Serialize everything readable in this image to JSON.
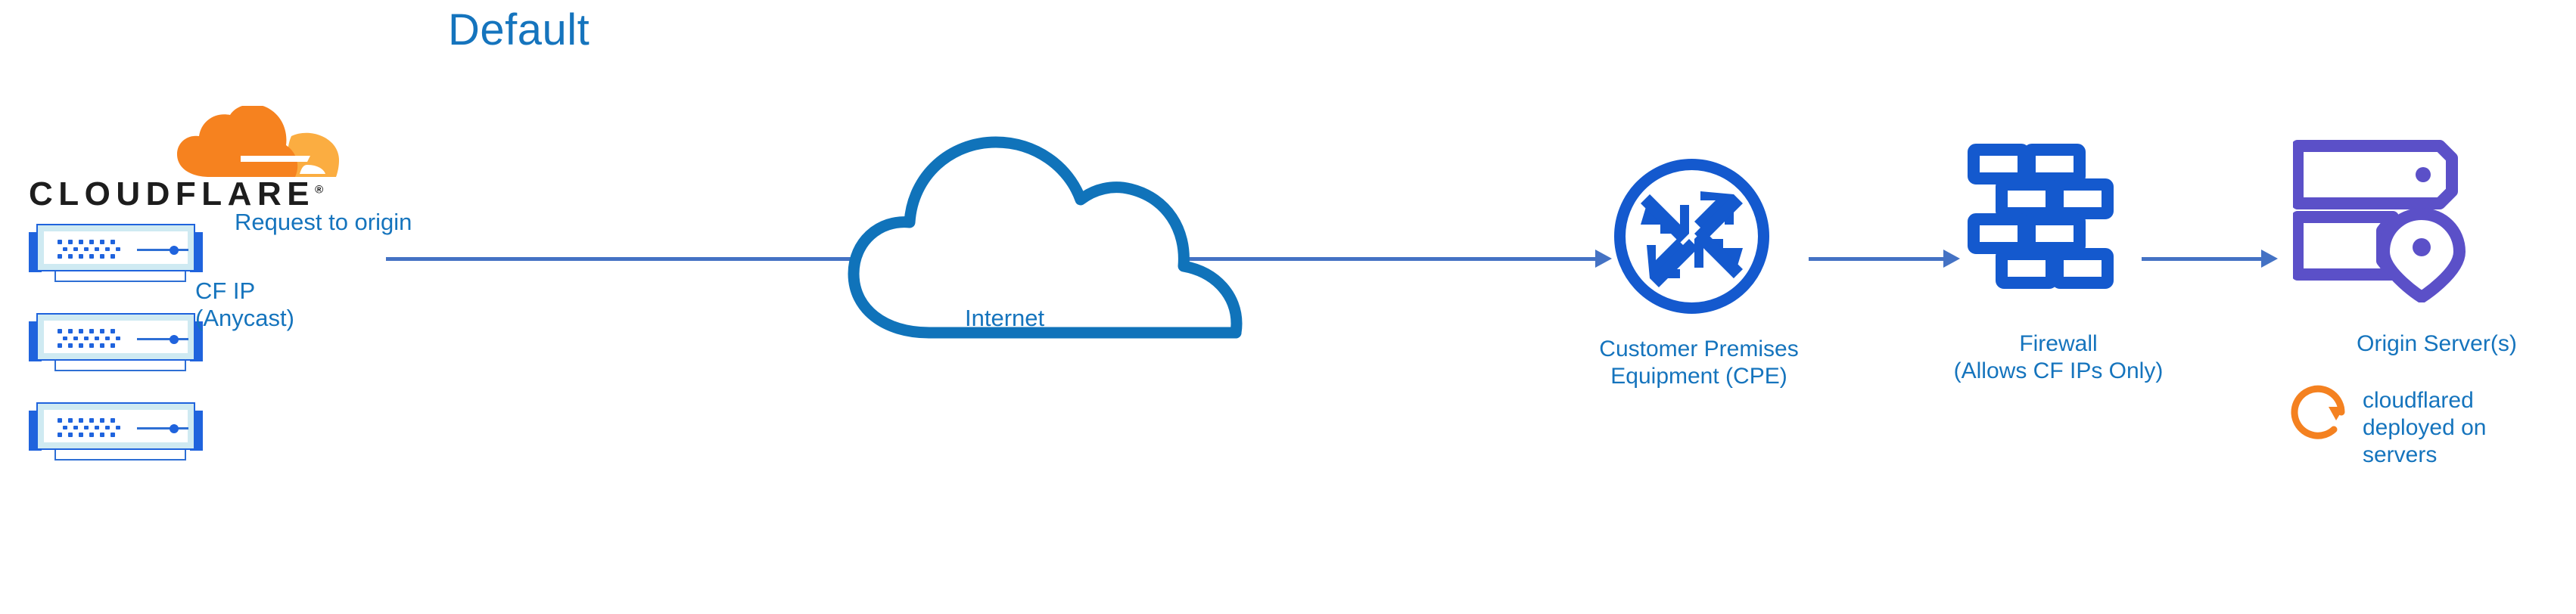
{
  "title": "Default",
  "colors": {
    "title_blue": "#1574BD",
    "label_blue": "#1574BD",
    "arrow_blue": "#4472C4",
    "node_blue": "#1459CE",
    "cloud_outline_blue": "#1073BA",
    "server_purple": "#5B50C8",
    "cloudflare_orange": "#F6821F",
    "cloudflare_orange_light": "#FBAD41",
    "rack_bezel": "#CFEAF2",
    "rack_border": "#1F63DD"
  },
  "logo": {
    "name": "cloudflare-logo",
    "wordmark": "CLOUDFLARE",
    "registered_mark": "®",
    "mark_icon": "cloudflare-cloud-icon"
  },
  "racks": [
    {
      "name": "cloudflare-server-rack-1",
      "icon": "server-rack-icon"
    },
    {
      "name": "cloudflare-server-rack-2",
      "icon": "server-rack-icon"
    },
    {
      "name": "cloudflare-server-rack-3",
      "icon": "server-rack-icon"
    }
  ],
  "flow": {
    "request_label": "Request to origin",
    "cf_ip_label": "CF IP\n(Anycast)",
    "arrows": [
      {
        "name": "arrow-cf-to-cpe",
        "from": "cloudflare-edge",
        "to": "customer-premises-equipment"
      },
      {
        "name": "arrow-cpe-to-firewall",
        "from": "customer-premises-equipment",
        "to": "firewall"
      },
      {
        "name": "arrow-firewall-to-origin",
        "from": "firewall",
        "to": "origin-server"
      }
    ]
  },
  "nodes": {
    "internet": {
      "label": "Internet",
      "icon": "cloud-icon"
    },
    "cpe": {
      "label": "Customer Premises\nEquipment (CPE)",
      "icon": "router-icon"
    },
    "firewall": {
      "label": "Firewall\n(Allows CF IPs Only)",
      "icon": "brick-wall-icon"
    },
    "origin": {
      "label": "Origin Server(s)",
      "icon": "server-location-pin-icon"
    }
  },
  "annotation": {
    "cloudflared": {
      "text": "cloudflared\ndeployed on\nservers",
      "icon": "refresh-sync-icon"
    }
  }
}
